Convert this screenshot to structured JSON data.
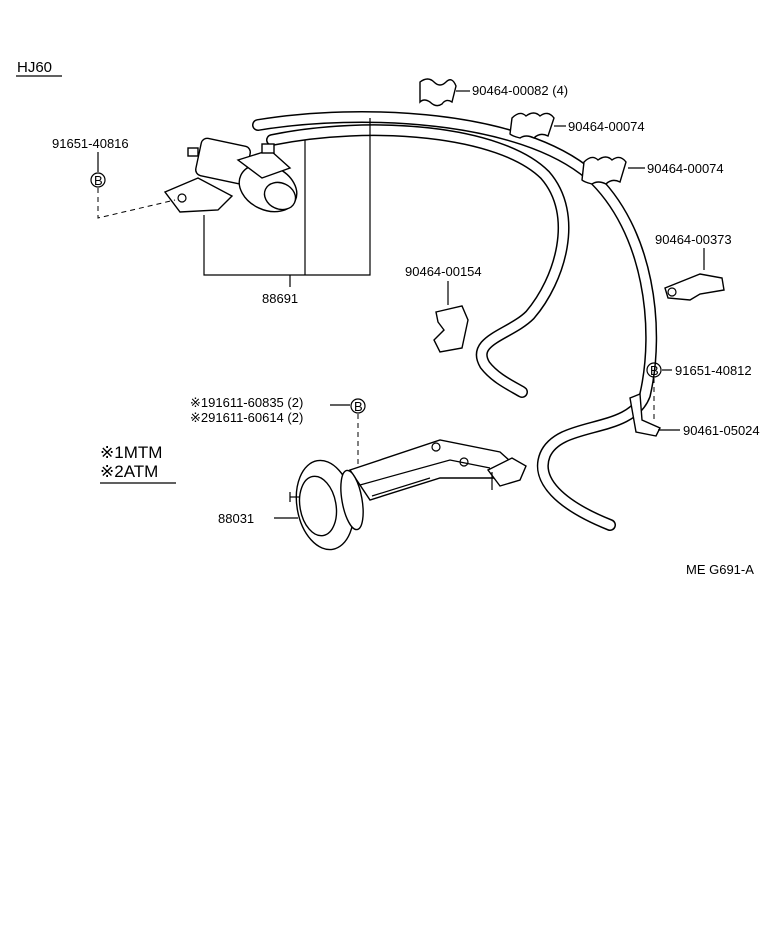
{
  "model": "HJ60",
  "diagram_code": "ME  G691-A",
  "legend": {
    "line1": "※1MTM",
    "line2": "※2ATM"
  },
  "bolt_symbol": "B",
  "parts": {
    "p91651_40816": "91651-40816",
    "p88691": "88691",
    "p90464_00082": "90464-00082 (4)",
    "p90464_00074_a": "90464-00074",
    "p90464_00074_b": "90464-00074",
    "p90464_00373": "90464-00373",
    "p90464_00154": "90464-00154",
    "p91651_40812": "91651-40812",
    "p90461_05024": "90461-05024",
    "p91611_60835": "※191611-60835 (2)",
    "p91611_60614": "※291611-60614 (2)",
    "p88031": "88031"
  }
}
